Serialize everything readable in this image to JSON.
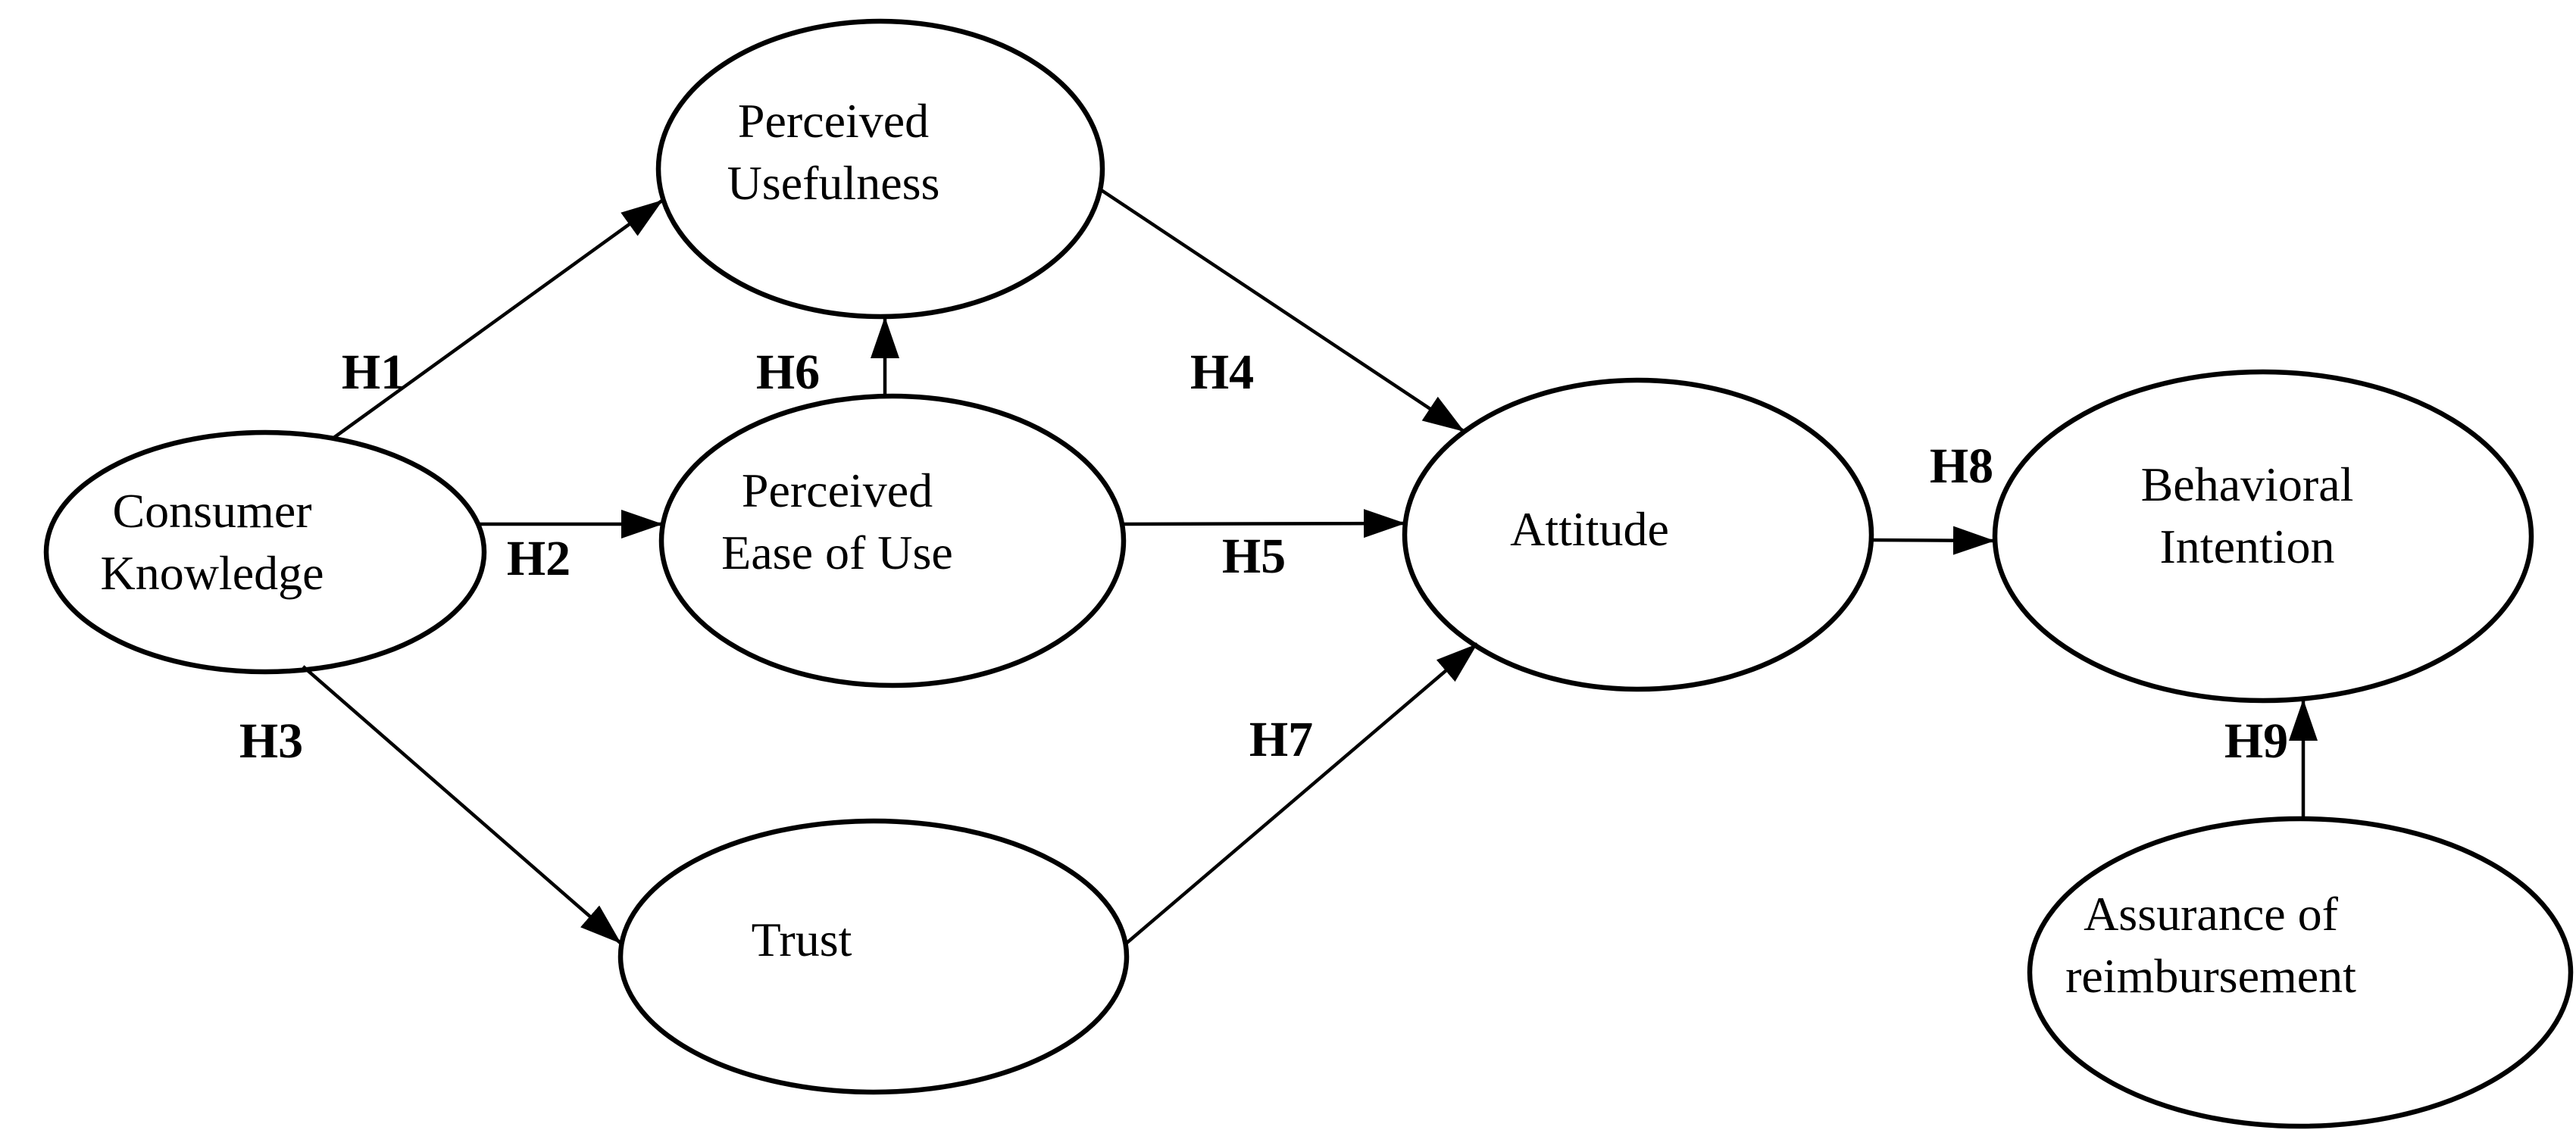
{
  "diagram_type": "hypothesis-path-model",
  "colors": {
    "background": "#ffffff",
    "stroke": "#000000",
    "text": "#000000"
  },
  "nodes": {
    "consumer_knowledge": {
      "line1": "Consumer",
      "line2": "Knowledge"
    },
    "perceived_usefulness": {
      "line1": "Perceived",
      "line2": "Usefulness"
    },
    "perceived_ease_of_use": {
      "line1": "Perceived",
      "line2": "Ease of Use"
    },
    "trust": {
      "line1": "Trust"
    },
    "attitude": {
      "line1": "Attitude"
    },
    "behavioral_intention": {
      "line1": "Behavioral",
      "line2": "Intention"
    },
    "assurance_of_reimbursement": {
      "line1": "Assurance of",
      "line2": "reimbursement"
    }
  },
  "hypotheses": {
    "h1": {
      "label": "H1",
      "from": "Consumer Knowledge",
      "to": "Perceived Usefulness"
    },
    "h2": {
      "label": "H2",
      "from": "Consumer Knowledge",
      "to": "Perceived Ease of Use"
    },
    "h3": {
      "label": "H3",
      "from": "Consumer Knowledge",
      "to": "Trust"
    },
    "h4": {
      "label": "H4",
      "from": "Perceived Usefulness",
      "to": "Attitude"
    },
    "h5": {
      "label": "H5",
      "from": "Perceived Ease of Use",
      "to": "Attitude"
    },
    "h6": {
      "label": "H6",
      "from": "Perceived Ease of Use",
      "to": "Perceived Usefulness"
    },
    "h7": {
      "label": "H7",
      "from": "Trust",
      "to": "Attitude"
    },
    "h8": {
      "label": "H8",
      "from": "Attitude",
      "to": "Behavioral Intention"
    },
    "h9": {
      "label": "H9",
      "from": "Assurance of reimbursement",
      "to": "Behavioral Intention"
    }
  }
}
